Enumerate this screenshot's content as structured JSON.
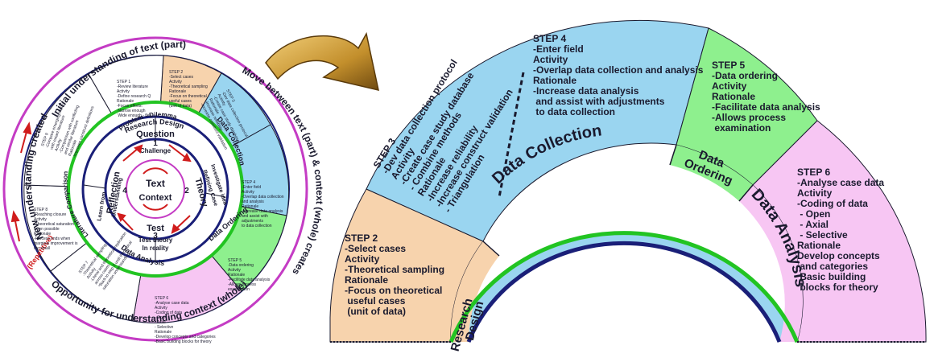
{
  "colors": {
    "research_design": "#f7d3ad",
    "data_collection": "#9ad5f0",
    "data_ordering": "#8ef08e",
    "data_analysis": "#f7c6f3",
    "ring_green": "#22c422",
    "ring_navy": "#1a1f78",
    "ring_magenta": "#c43cc4",
    "arrow": "#c89a3a"
  },
  "left": {
    "outer_ring": {
      "top": "Initial understanding of text (part)",
      "right": "Move between text (part) & context (whole) creates",
      "bottom": "Opportunity for understanding context (whole)",
      "left": "New understanding created",
      "repetitive": "(Repetitive)"
    },
    "middle_ring": {
      "research_design": "Research Design",
      "data_collection": "Data Collection",
      "data_ordering": "Data Ordering",
      "data_analysis": "Data Analysis",
      "literature": "Literature Comparison"
    },
    "inner_ring": {
      "problem": "Problem - Dilemma",
      "challenge": "Challenge",
      "investigate": "Investigate idea",
      "refining": "Refining Case",
      "test_theory": "Test theory",
      "in_reality": "In reality",
      "learn_from": "Learn from",
      "understanding": "Understanding"
    },
    "core": {
      "question": "Question",
      "question_num": "1",
      "theory": "Theory",
      "theory_num": "2",
      "test": "Test",
      "test_num": "3",
      "reflection": "Reflection",
      "reflection_num": "4",
      "text": "Text",
      "context": "Context"
    },
    "steps": [
      [
        "STEP 1",
        "-Review literature",
        "Activity",
        "-Define research Q",
        "Rationale",
        "-Focus efforts:",
        "  Narrow enough",
        "  Wide enough - flex"
      ],
      [
        "STEP 2",
        "-Select cases",
        "Activity",
        "-Theoretical sampling",
        "Rationale",
        "-Focus on theoretical",
        "useful cases",
        "(unit of data)"
      ],
      [
        "STEP 3",
        "-Dev data collection protocol",
        "Activity",
        "-Create case study database",
        "Rationale",
        "-Increase reliability",
        "-Increase construct validation"
      ],
      [
        "STEP 4",
        "-Enter field",
        "Activity",
        "-Overlap data collection",
        "and analysis",
        "Rationale",
        "-Increase data analysis",
        "and assist with",
        "adjustments",
        "to data collection"
      ],
      [
        "STEP 5",
        "-Data ordering",
        "Activity",
        "Rationale",
        "-Facilitate data analysis",
        "-Allows process",
        "examination"
      ],
      [
        "STEP 6",
        "-Analyse case data",
        "Activity",
        "-Coding of data",
        "- Open",
        "- Axial",
        "- Selective",
        "Rationale",
        "-Develop concepts and categories",
        "-Basic building blocks for theory"
      ],
      [
        "STEP 7",
        "-Theoretical sampling",
        "Activity",
        "-Literal and theoretical replication",
        "across cases",
        "*Back to step 2 until theoretical",
        "saturation understanding"
      ],
      [
        "STEP 8",
        "-Reaching closure",
        "Activity",
        "-Theoretical saturation",
        "when possible",
        "Rationale",
        "-Process ends when",
        "marginal improvement is",
        "too small"
      ],
      [
        "STEP 9",
        "-Compare emerging theory",
        "with extant literature",
        "Activity",
        "-Comparison with conflicting",
        "and similar literature",
        "Rationale",
        "-Improves construct definitions"
      ]
    ]
  },
  "right": {
    "band": {
      "research_design_line1": "Research",
      "research_design_line2": "Design",
      "data_collection": "Data Collection",
      "data_ordering_line1": "Data",
      "data_ordering_line2": "Ordering",
      "data_analysis": "Data Analysis"
    },
    "step2": [
      "STEP 2",
      "-Select cases",
      "Activity",
      "-Theoretical sampling",
      "Rationale",
      "-Focus on theoretical",
      " useful cases",
      " (unit of data)"
    ],
    "step3": [
      "STEP 3",
      "-Dev data collection protocol",
      "Activity",
      "-Create case study database",
      "- Combine methods",
      "Rationale",
      "-Increase reliability",
      "-Increase construct validation",
      "- Triangulation"
    ],
    "step4": [
      "STEP 4",
      "-Enter field",
      "Activity",
      "-Overlap data collection and analysis",
      "Rationale",
      "-Increase data analysis",
      " and assist with adjustments",
      " to data collection"
    ],
    "step5": [
      "STEP 5",
      "-Data ordering",
      "Activity",
      "Rationale",
      "-Facilitate data analysis",
      "-Allows process",
      " examination"
    ],
    "step6": [
      "STEP 6",
      "-Analyse case data",
      "Activity",
      "-Coding of data",
      "  - Open",
      "  - Axial",
      "  - Selective",
      "Rationale",
      "Develop concepts",
      " and  categories",
      " Basic building",
      " blocks for theory"
    ]
  }
}
